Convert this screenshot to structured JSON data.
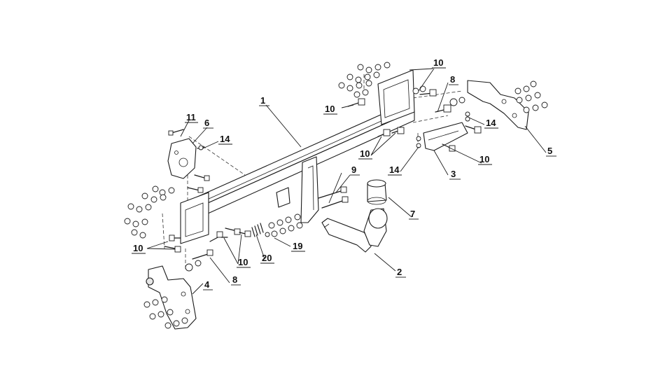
{
  "callouts": {
    "c1": "1",
    "c2": "2",
    "c3": "3",
    "c4": "4",
    "c5": "5",
    "c6": "6",
    "c7": "7",
    "c8a": "8",
    "c8b": "8",
    "c9": "9",
    "c10a": "10",
    "c10b": "10",
    "c10c": "10",
    "c10d": "10",
    "c10e": "10",
    "c10f": "10",
    "c11": "11",
    "c14a": "14",
    "c14b": "14",
    "c14c": "14",
    "c19": "19",
    "c20": "20"
  }
}
